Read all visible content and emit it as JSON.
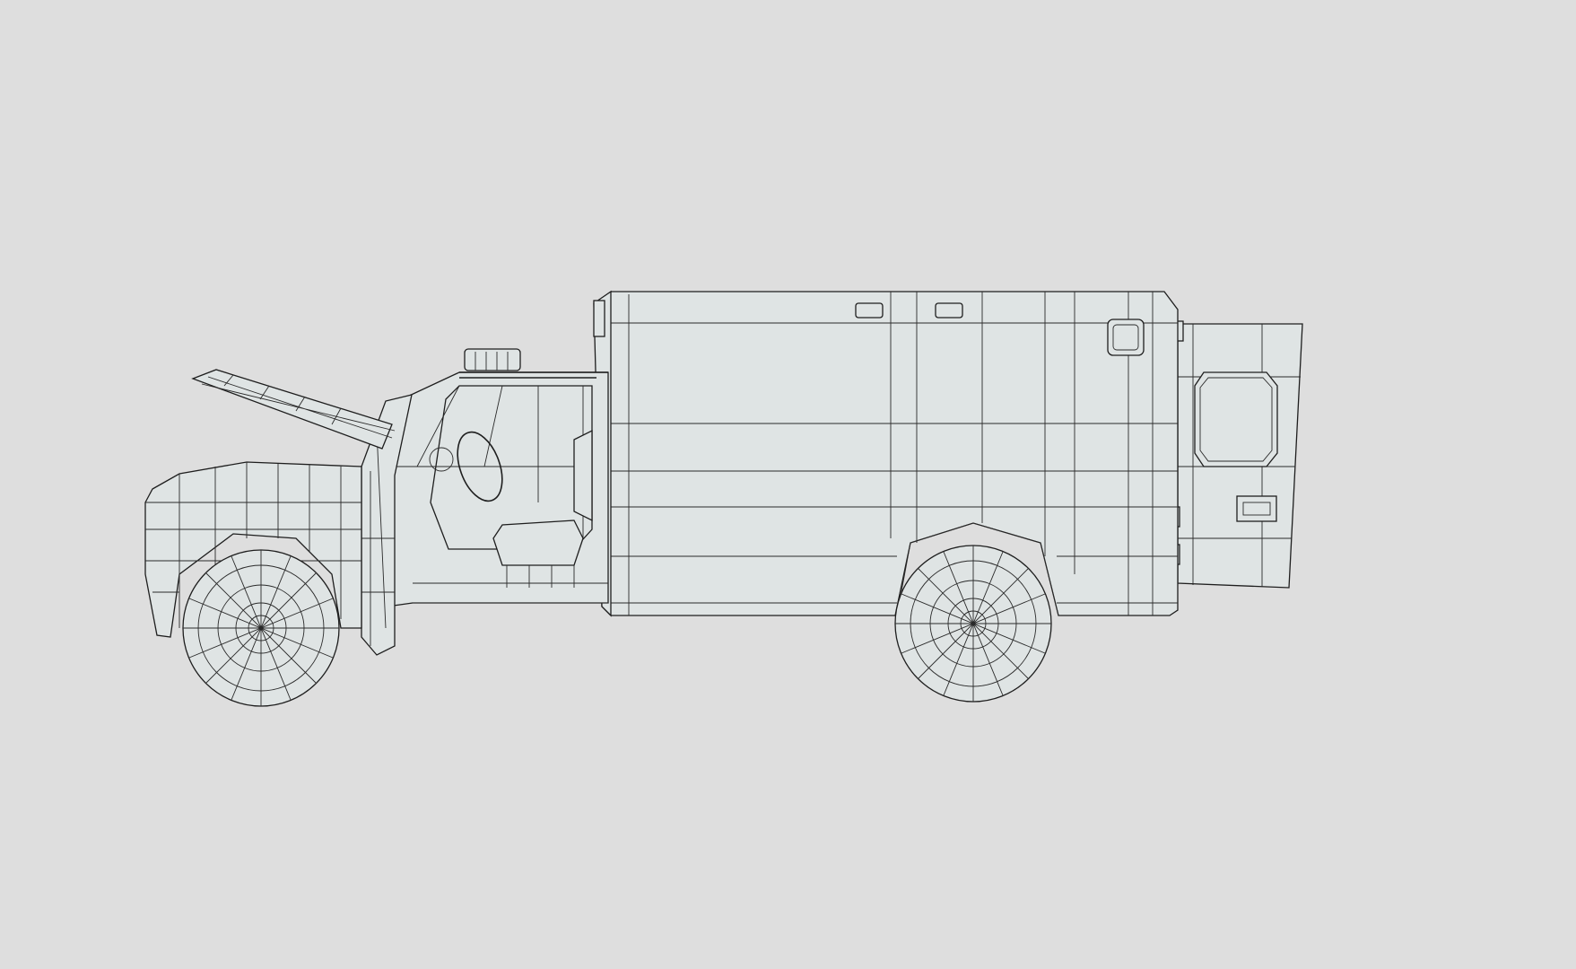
{
  "viewport": {
    "background_color": "#dedede",
    "render_mode": "wireframe",
    "model": {
      "subject": "ambulance",
      "view": "side",
      "hood_open": true,
      "driver_door_open": true,
      "rear_door_open": true,
      "surface_color": "#dfe4e4",
      "wire_color": "#1e1e1e"
    }
  }
}
